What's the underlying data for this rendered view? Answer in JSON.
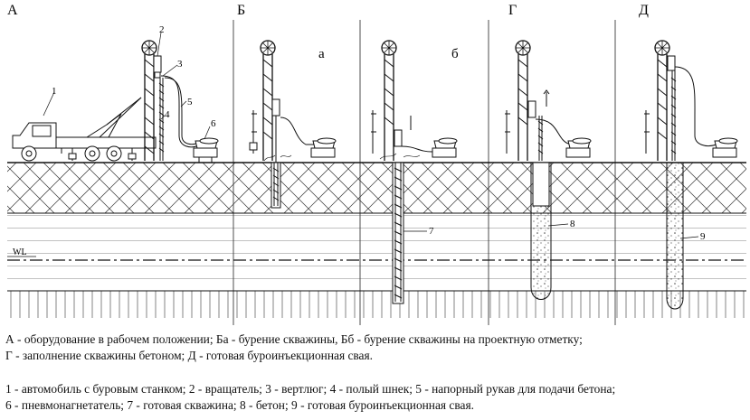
{
  "stages": {
    "a": "А",
    "b": "Б",
    "g": "Г",
    "d": "Д"
  },
  "substages": {
    "a": "а",
    "b": "б"
  },
  "callouts": {
    "n1": "1",
    "n2": "2",
    "n3": "3",
    "n4": "4",
    "n5": "5",
    "n6": "6",
    "n7": "7",
    "n8": "8",
    "n9": "9"
  },
  "water_level": "WL",
  "caption": {
    "line1": "А - оборудование в рабочем положении; Ба - бурение скважины, Бб - бурение скважины на проектную отметку;",
    "line2": "Г - заполнение скважины бетоном; Д - готовая буроинъекционная свая.",
    "line3": "1 - автомобиль с буровым станком; 2 - вращатель; 3 - вертлюг; 4 - полый шнек; 5 - напорный рукав для подачи бетона;",
    "line4": "6 - пневмонагнетатель; 7 - готовая скважина; 8 - бетон; 9 - готовая буроинъекционная свая."
  }
}
